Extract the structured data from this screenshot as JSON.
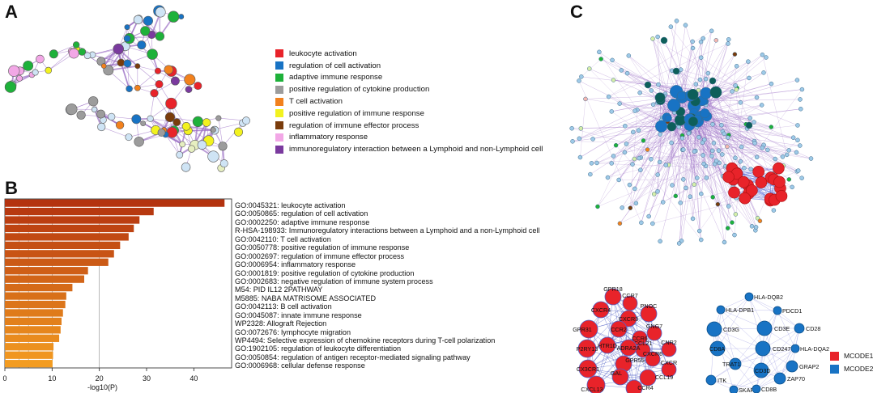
{
  "panels": {
    "a": "A",
    "b": "B",
    "c": "C"
  },
  "colors": {
    "red": "#e8232a",
    "blue": "#1873c4",
    "green": "#1eb13a",
    "gray": "#9c9c9c",
    "orange": "#f2811d",
    "yellow": "#f2f21f",
    "brown": "#7a3c0c",
    "pink": "#f2a7e6",
    "purple": "#7a3a9e",
    "edge": "#9b6fc5",
    "node_blue": "#7ab8e6",
    "bar_dark": "#b4330f",
    "bar_light": "#f39c21"
  },
  "legend_a": [
    {
      "label": "leukocyte activation",
      "color": "#e8232a"
    },
    {
      "label": "regulation of cell activation",
      "color": "#1873c4"
    },
    {
      "label": "adaptive  immune response",
      "color": "#1eb13a"
    },
    {
      "label": "positive regulation of cytokine production",
      "color": "#9c9c9c"
    },
    {
      "label": "T cell activation",
      "color": "#f2811d"
    },
    {
      "label": "positive regulation of immune response",
      "color": "#f2f21f"
    },
    {
      "label": "regulation of immune effector process",
      "color": "#7a3c0c"
    },
    {
      "label": "inflammatory response",
      "color": "#f2a7e6"
    },
    {
      "label": "immunoregulatory interaction between a Lymphoid and non-Lymphoid cell",
      "color": "#7a3a9e"
    }
  ],
  "chart_data": {
    "type": "bar",
    "orientation": "horizontal",
    "categories": [
      "GO:0045321: leukocyte activation",
      "GO:0050865: regulation of cell activation",
      "GO:0002250: adaptive immune response",
      "R-HSA-198933: Immunoregulatory interactions between a Lymphoid and a non-Lymphoid cell",
      "GO:0042110: T cell activation",
      "GO:0050778: positive regulation of immune response",
      "GO:0002697: regulation of immune effector process",
      "GO:0006954: inflammatory response",
      "GO:0001819: positive regulation of cytokine production",
      "GO:0002683: negative regulation of immune system process",
      "M54: PID IL12 2PATHWAY",
      "M5885: NABA MATRISOME ASSOCIATED",
      "GO:0042113: B cell activation",
      "GO:0045087: innate immune response",
      "WP2328: Allograft Rejection",
      "GO:0072676: lymphocyte migration",
      "WP4494: Selective expression of chemokine receptors during T-cell polarization",
      "GO:1902105: regulation of leukocyte differentiation",
      "GO:0050854: regulation of antigen receptor-mediated signaling pathway",
      "GO:0006968: cellular defense response"
    ],
    "values": [
      46.5,
      31.5,
      28.5,
      27.3,
      26.2,
      24.4,
      23.1,
      21.9,
      17.6,
      16.8,
      14.3,
      13.0,
      12.8,
      12.3,
      12.0,
      11.8,
      11.5,
      10.3,
      10.2,
      10.1
    ],
    "xlabel": "-log10(P)",
    "xticks": [
      0,
      10,
      20,
      30,
      40
    ],
    "xlim": [
      0,
      48
    ],
    "grid_lines": [
      3,
      5,
      10,
      20
    ]
  },
  "cluster_red_labels": [
    "GPR18",
    "CCR7",
    "CXCR4",
    "CXCR3",
    "PNOC",
    "GPR31",
    "CCR2",
    "GNG7",
    "CCR6",
    "CCL21",
    "P2RY13",
    "ADRA2A",
    "CNR2",
    "HTR1D",
    "CXCR6",
    "CX3CR1",
    "GPR55",
    "CXCR",
    "GAL",
    "CCL19",
    "CXCL13",
    "CCR4"
  ],
  "cluster_blue_labels": [
    "HLA-DQB2",
    "HLA-DPB1",
    "PDCD1",
    "CD3G",
    "CD3E",
    "CD28",
    "CD8A",
    "CD247",
    "HLA-DQA2",
    "GRAP2",
    "TRAT1",
    "CD3D",
    "ZAP70",
    "ITK",
    "SKAP1",
    "CD8B"
  ],
  "mcode_legend": [
    {
      "label": "MCODE1",
      "color": "#e8232a"
    },
    {
      "label": "MCODE2",
      "color": "#1873c4"
    }
  ]
}
